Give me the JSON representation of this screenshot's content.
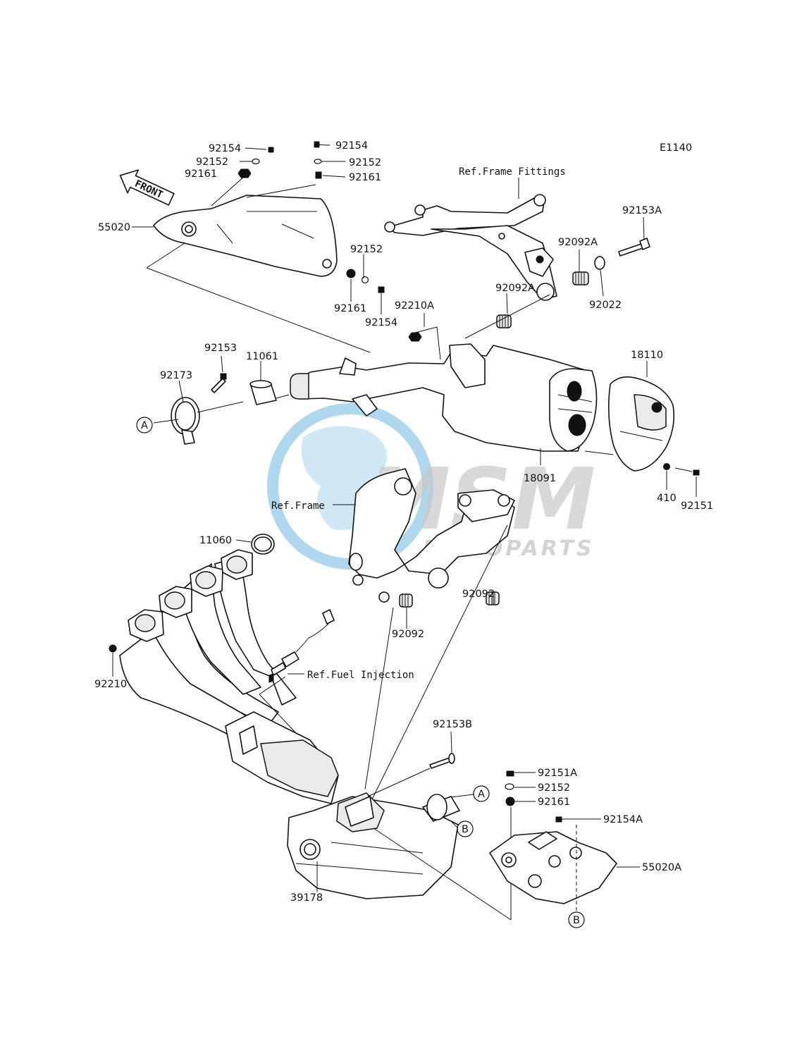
{
  "diagram_code": "E1140",
  "front_arrow": "FRONT",
  "watermark": {
    "logo": "MSM",
    "text": "MOTOPARTS",
    "color": "#6fb7e0",
    "gray": "#9a9a9a"
  },
  "references": {
    "frame_fittings": "Ref.Frame Fittings",
    "frame": "Ref.Frame",
    "fuel_injection": "Ref.Fuel Injection"
  },
  "callouts": {
    "a": "A",
    "b": "B"
  },
  "parts": {
    "p92154_top_left": "92154",
    "p92152_top_left": "92152",
    "p92161_top_left": "92161",
    "p92154_top_mid": "92154",
    "p92152_top_mid": "92152",
    "p92161_top_mid": "92161",
    "p55020": "55020",
    "p92152_mid": "92152",
    "p92161_mid": "92161",
    "p92154_mid": "92154",
    "p92153a": "92153A",
    "p92092a_upper": "92092A",
    "p92092a_lower": "92092A",
    "p92022": "92022",
    "p92210a": "92210A",
    "p92153": "92153",
    "p11061": "11061",
    "p92173": "92173",
    "p18110": "18110",
    "p18091": "18091",
    "p410": "410",
    "p92151": "92151",
    "p11060": "11060",
    "p92092_right": "92092",
    "p92092_bottom": "92092",
    "p92210": "92210",
    "p92153b": "92153B",
    "p92151a": "92151A",
    "p92152_low": "92152",
    "p92161_low": "92161",
    "p92154a": "92154A",
    "p55020a": "55020A",
    "p39178": "39178"
  }
}
